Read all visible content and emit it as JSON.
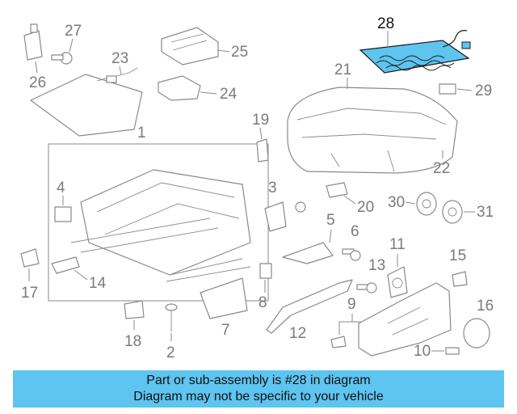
{
  "banner": {
    "line1": "Part or sub-assembly is #28 in diagram",
    "line2": "Diagram may not be specific to your vehicle"
  },
  "highlight": {
    "part_number": "28",
    "color": "#5ec4f0"
  },
  "callouts": {
    "c1": "1",
    "c2": "2",
    "c3": "3",
    "c4": "4",
    "c5": "5",
    "c6": "6",
    "c7": "7",
    "c8": "8",
    "c9": "9",
    "c10": "10",
    "c11": "11",
    "c12": "12",
    "c13": "13",
    "c14": "14",
    "c15": "15",
    "c16": "16",
    "c17": "17",
    "c18": "18",
    "c19": "19",
    "c20": "20",
    "c21": "21",
    "c22": "22",
    "c23": "23",
    "c24": "24",
    "c25": "25",
    "c26": "26",
    "c27": "27",
    "c28": "28",
    "c29": "29",
    "c30": "30",
    "c31": "31"
  }
}
